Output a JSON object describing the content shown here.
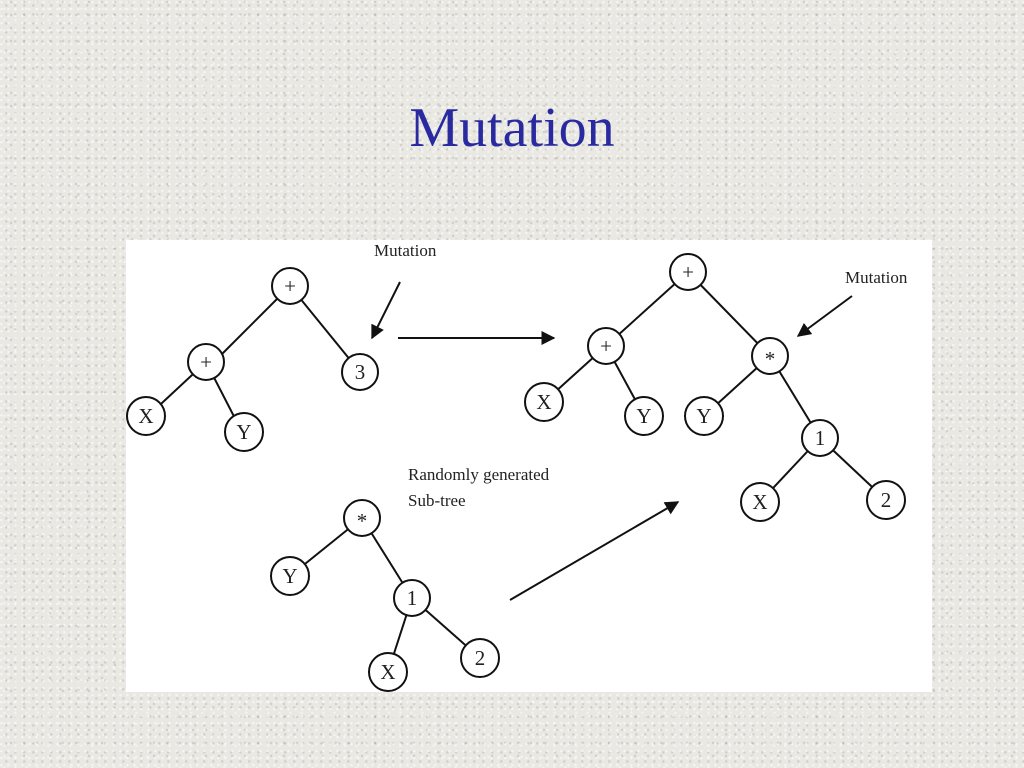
{
  "slide": {
    "title": "Mutation"
  },
  "diagram": {
    "annotations": {
      "mutation_left": "Mutation",
      "mutation_right": "Mutation",
      "subtree_line1": "Randomly generated",
      "subtree_line2": "Sub-tree"
    },
    "original_tree": {
      "root": "+",
      "left": "+",
      "right": "3",
      "left_left": "X",
      "left_right": "Y"
    },
    "mutated_tree": {
      "root": "+",
      "left": "+",
      "right": "*",
      "left_left": "X",
      "left_right": "Y",
      "right_left": "Y",
      "right_right": "1",
      "deep_left": "X",
      "deep_right": "2"
    },
    "subtree": {
      "root": "*",
      "left": "Y",
      "right": "1",
      "deep_left": "X",
      "deep_right": "2"
    }
  }
}
